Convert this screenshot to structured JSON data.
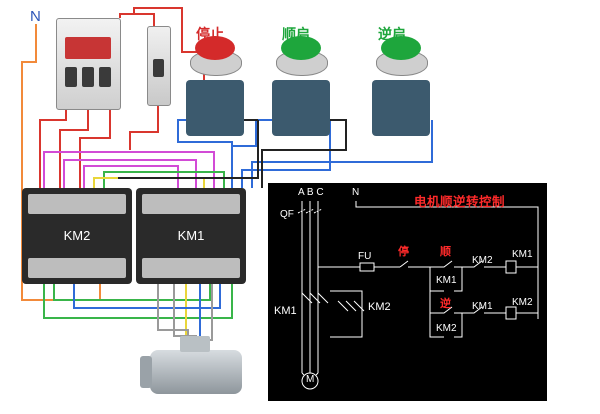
{
  "labels": {
    "neutral_N": "N",
    "stop": "停止",
    "forward": "顺启",
    "reverse": "逆启",
    "km2_unit": "KM2",
    "km1_unit": "KM1"
  },
  "schematic": {
    "title": "电机顺逆转控制",
    "abc": "A B C",
    "n": "N",
    "qf": "QF",
    "fu": "FU",
    "stop": "停",
    "forward": "顺",
    "reverse": "逆",
    "km1_aux_top": "KM1",
    "km2_interlock_top": "KM2",
    "km1_coil": "KM1",
    "km1_aux_bottom": "KM2",
    "km2_interlock_bottom": "KM1",
    "km2_coil": "KM2",
    "km1_main": "KM1",
    "km2_main": "KM2",
    "motor": "M"
  },
  "colors": {
    "stop_button": "#d42a2a",
    "start_buttons": "#1ea63c",
    "wire_red": "#d9362e",
    "wire_blue": "#2f6bd8",
    "wire_green": "#39b54a",
    "wire_magenta": "#d24bd6",
    "wire_orange": "#f28a3a",
    "wire_yellow": "#e9d63a",
    "schematic_bg": "#000000",
    "schematic_title": "#ff2a2a"
  }
}
